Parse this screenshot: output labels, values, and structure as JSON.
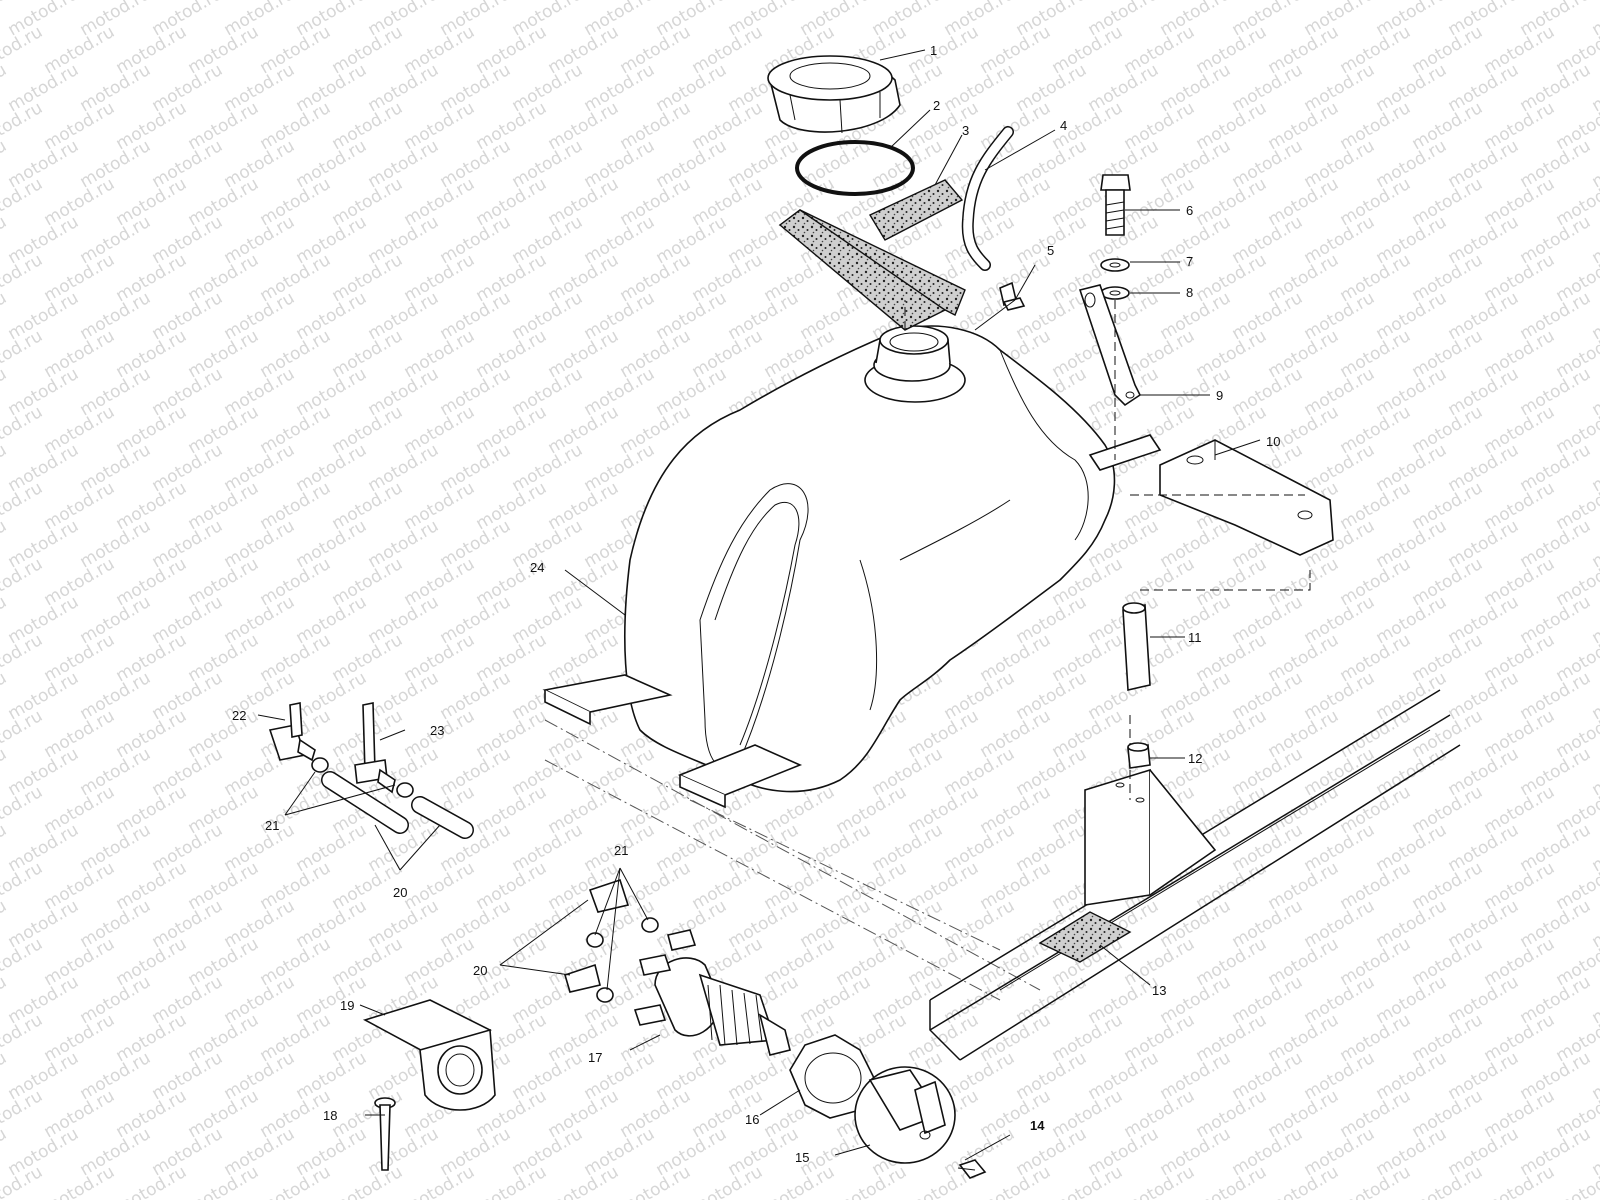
{
  "watermark": "motod.ru",
  "callouts": [
    {
      "id": "1",
      "label": "1"
    },
    {
      "id": "2",
      "label": "2"
    },
    {
      "id": "3",
      "label": "3"
    },
    {
      "id": "4",
      "label": "4"
    },
    {
      "id": "5",
      "label": "5"
    },
    {
      "id": "6",
      "label": "6"
    },
    {
      "id": "7",
      "label": "7"
    },
    {
      "id": "8",
      "label": "8"
    },
    {
      "id": "9",
      "label": "9"
    },
    {
      "id": "10",
      "label": "10"
    },
    {
      "id": "11",
      "label": "11"
    },
    {
      "id": "12",
      "label": "12"
    },
    {
      "id": "13",
      "label": "13"
    },
    {
      "id": "14",
      "label": "14"
    },
    {
      "id": "15",
      "label": "15"
    },
    {
      "id": "16",
      "label": "16"
    },
    {
      "id": "17",
      "label": "17"
    },
    {
      "id": "18",
      "label": "18"
    },
    {
      "id": "19",
      "label": "19"
    },
    {
      "id": "20a",
      "label": "20"
    },
    {
      "id": "20b",
      "label": "20"
    },
    {
      "id": "21a",
      "label": "21"
    },
    {
      "id": "21b",
      "label": "21"
    },
    {
      "id": "22",
      "label": "22"
    },
    {
      "id": "23",
      "label": "23"
    },
    {
      "id": "24",
      "label": "24"
    }
  ]
}
